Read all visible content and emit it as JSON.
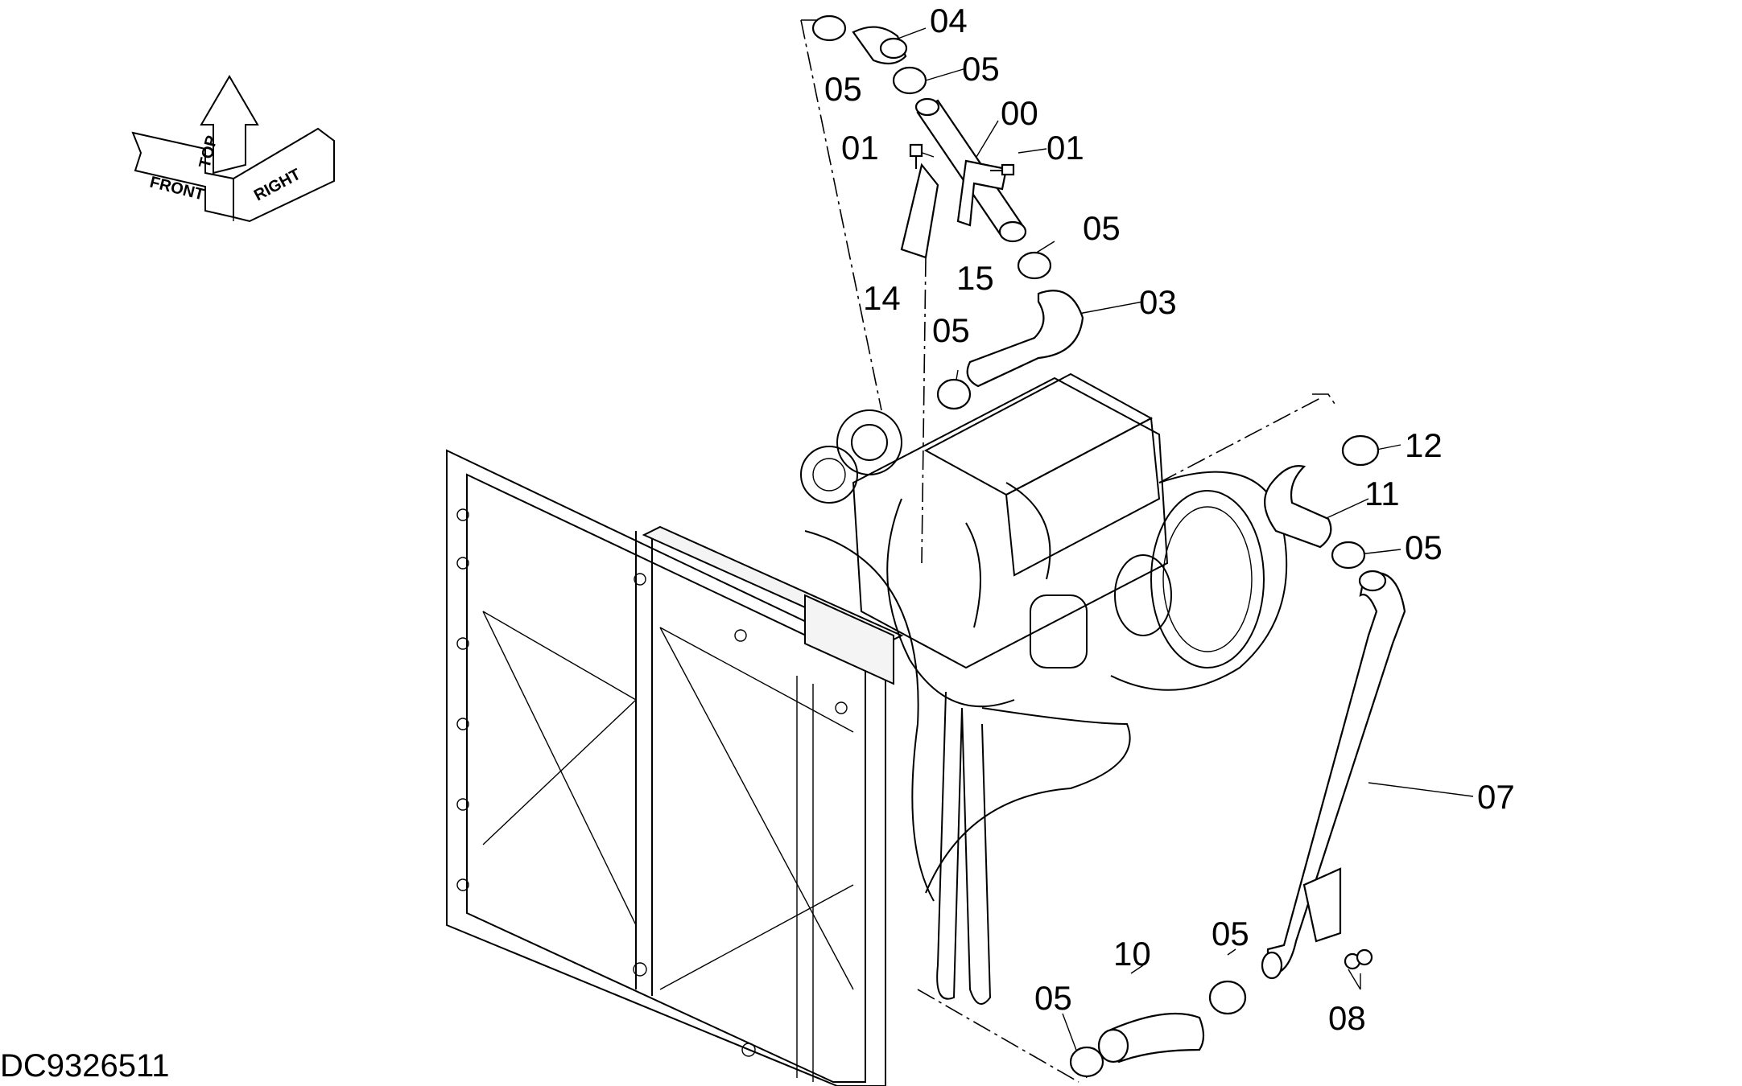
{
  "orientation_labels": {
    "front": "FRONT",
    "top": "TOP",
    "right": "RIGHT"
  },
  "callouts": {
    "c04": "04",
    "c05_top_left": "05",
    "c05_top": "05",
    "c00": "00",
    "c01_left": "01",
    "c01_right": "01",
    "c05_mid": "05",
    "c15": "15",
    "c14": "14",
    "c03": "03",
    "c05_clamp": "05",
    "c12": "12",
    "c11": "11",
    "c05_right": "05",
    "c07": "07",
    "c05_bottom_right": "05",
    "c10": "10",
    "c05_bottom_left": "05",
    "c08": "08"
  },
  "document_id": "DC9326511"
}
